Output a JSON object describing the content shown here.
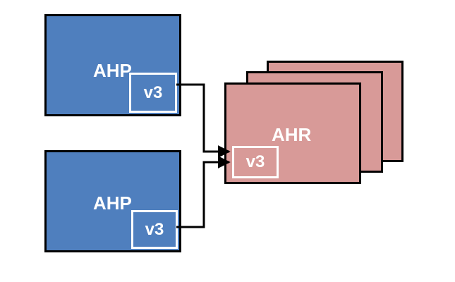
{
  "diagram": {
    "producers": [
      {
        "label": "AHP",
        "port": "v3"
      },
      {
        "label": "AHP",
        "port": "v3"
      }
    ],
    "receiver": {
      "label": "AHR",
      "port": "v3",
      "stack_count": 3
    },
    "colors": {
      "producer_fill": "#4f7fbe",
      "receiver_fill": "#d89a98",
      "border": "#000000",
      "text": "#ffffff"
    }
  }
}
